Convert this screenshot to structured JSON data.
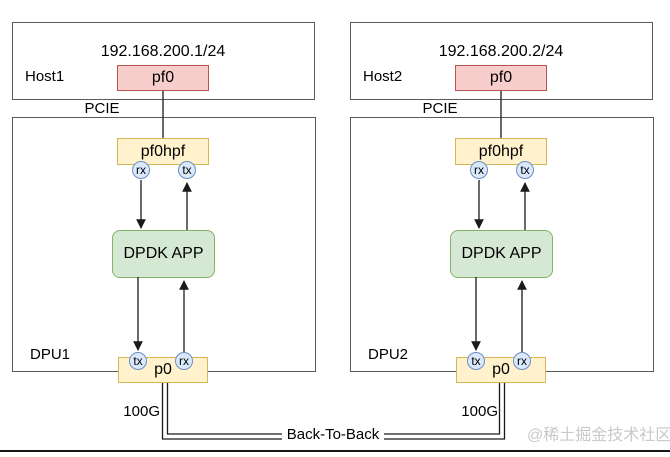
{
  "diagram": {
    "units": [
      {
        "host_label": "Host1",
        "ip": "192.168.200.1/24",
        "host_port_label": "pf0",
        "bus_label": "PCIE",
        "dpu_label": "DPU1",
        "rep_port_label": "pf0hpf",
        "rep_rx_label": "rx",
        "rep_tx_label": "tx",
        "app_label": "DPDK APP",
        "phys_tx_label": "tx",
        "phys_rx_label": "rx",
        "phys_port_label": "p0",
        "link_speed_label": "100G"
      },
      {
        "host_label": "Host2",
        "ip": "192.168.200.2/24",
        "host_port_label": "pf0",
        "bus_label": "PCIE",
        "dpu_label": "DPU2",
        "rep_port_label": "pf0hpf",
        "rep_rx_label": "rx",
        "rep_tx_label": "tx",
        "app_label": "DPDK APP",
        "phys_tx_label": "tx",
        "phys_rx_label": "rx",
        "phys_port_label": "p0",
        "link_speed_label": "100G"
      }
    ],
    "link_label": "Back-To-Back",
    "watermark": "@稀土掘金技术社区",
    "colors": {
      "host_port_fill": "#f8cecc",
      "host_port_border": "#b85450",
      "port_fill": "#fff2cc",
      "port_border": "#d6b656",
      "app_fill": "#d5e8d4",
      "app_border": "#82b366",
      "queue_fill": "#dae8fc",
      "queue_border": "#6c8ebf",
      "box_border": "#5a5a5a",
      "wire": "#1a1a1a",
      "watermark": "#c9c9c9"
    }
  }
}
